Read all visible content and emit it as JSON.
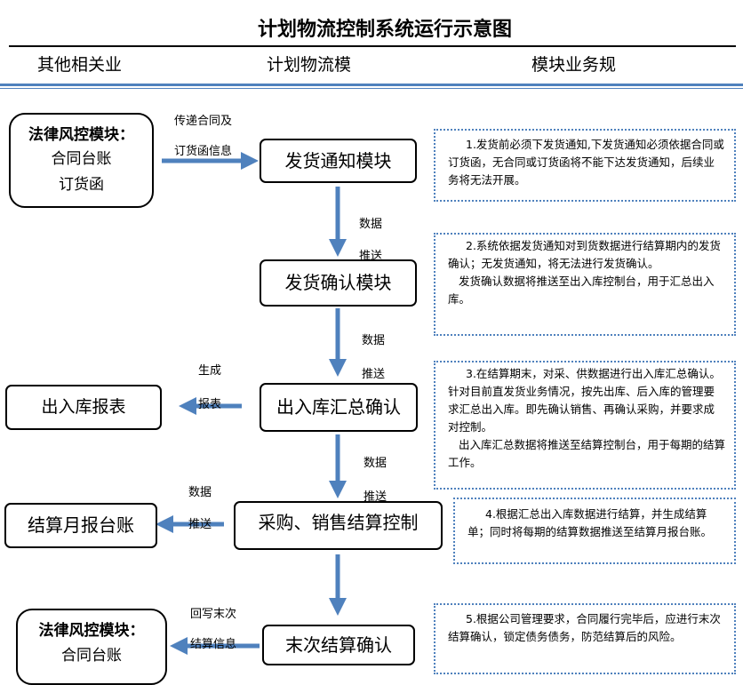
{
  "title": "计划物流控制系统运行示意图",
  "headers": [
    "其他相关业",
    "计划物流模",
    "模块业务规"
  ],
  "left_boxes": [
    {
      "title": "法律风控模块：",
      "lines": [
        "合同台账",
        "订货函"
      ]
    },
    {
      "title": "",
      "lines": [
        "出入库报表"
      ]
    },
    {
      "title": "",
      "lines": [
        "结算月报台账"
      ]
    },
    {
      "title": "法律风控模块：",
      "lines": [
        "合同台账"
      ]
    }
  ],
  "modules": [
    "发货通知模块",
    "发货确认模块",
    "出入库汇总确认",
    "采购、销售结算控制",
    "末次结算确认"
  ],
  "arrow_labels": {
    "a1": [
      "传递合同及",
      "订货函信息"
    ],
    "d1": [
      "数据",
      "推送"
    ],
    "d2": [
      "数据",
      "推送"
    ],
    "d3": [
      "数据",
      "推送"
    ],
    "d4": [
      "数据",
      "推送"
    ],
    "gen": [
      "生成",
      "报表"
    ],
    "wb": [
      "回写末次",
      "结算信息"
    ]
  },
  "notes": [
    [
      "1.发货前必须下发货通知,下发货通知必须依据合同或订货函，无合同或订货函将不能下达发货通知，后续业务将无法开展。"
    ],
    [
      "2.系统依据发货通知对到货数据进行结算期内的发货确认；无发货通知，将无法进行发货确认。",
      "发货确认数据将推送至出入库控制台，用于汇总出入库。"
    ],
    [
      "3.在结算期末，对采、供数据进行出入库汇总确认。针对目前直发货业务情况，按先出库、后入库的管理要求汇总出入库。即先确认销售、再确认采购，并要求成对控制。",
      "出入库汇总数据将推送至结算控制台，用于每期的结算工作。"
    ],
    [
      "4.根据汇总出入库数据进行结算，并生成结算单；同时将每期的结算数据推送至结算月报台账。"
    ],
    [
      "5.根据公司管理要求，合同履行完毕后，应进行末次结算确认，锁定债务债务，防范结算后的风险。"
    ]
  ],
  "colors": {
    "arrow": "#4f81bd",
    "note_border": "#4f81bd",
    "rule": "#4f81bd"
  }
}
